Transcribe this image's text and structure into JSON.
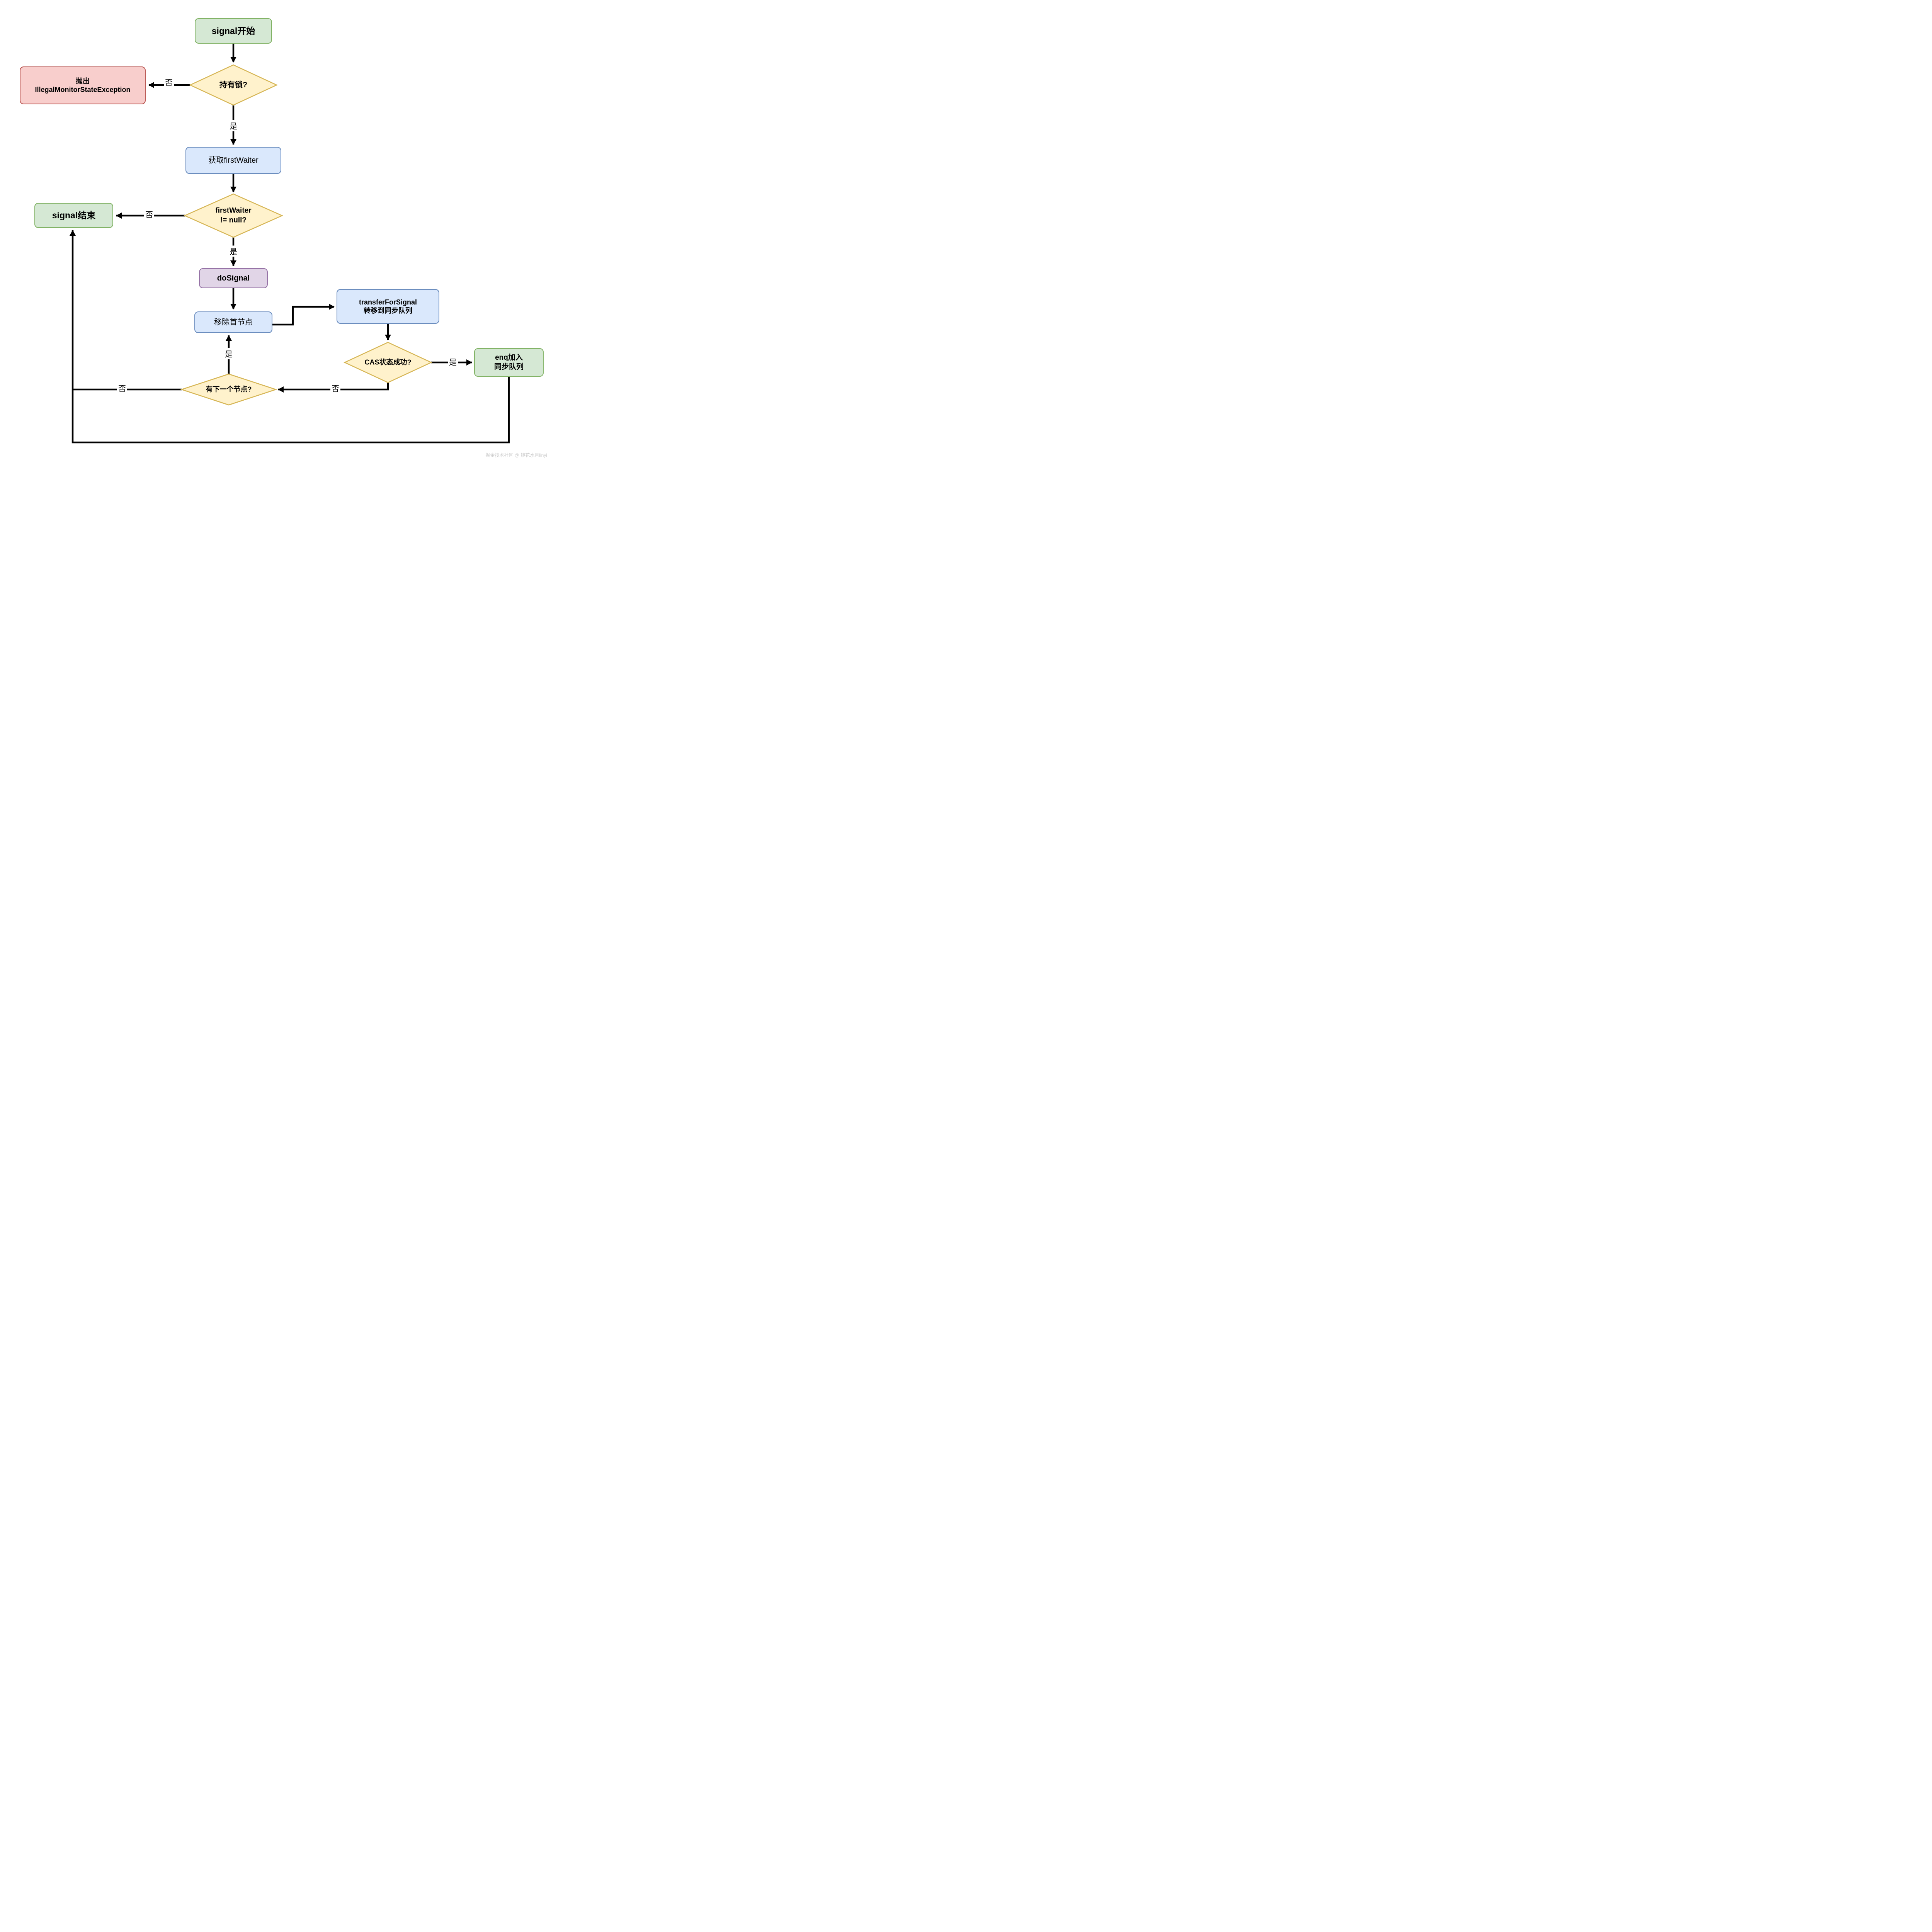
{
  "diagram": {
    "nodes": {
      "start": {
        "label": "signal开始",
        "shape": "rounded-rect",
        "color": "green"
      },
      "hold_lock": {
        "label": "持有锁?",
        "shape": "diamond",
        "color": "yellow"
      },
      "throw_exc": {
        "label": "抛出\nIllegalMonitorStateException",
        "shape": "rounded-rect",
        "color": "red"
      },
      "get_first_waiter": {
        "label": "获取firstWaiter",
        "shape": "rounded-rect",
        "color": "blue"
      },
      "first_waiter_not_null": {
        "label": "firstWaiter\n!= null?",
        "shape": "diamond",
        "color": "yellow"
      },
      "signal_end": {
        "label": "signal结束",
        "shape": "rounded-rect",
        "color": "green"
      },
      "do_signal": {
        "label": "doSignal",
        "shape": "rounded-rect",
        "color": "purple"
      },
      "remove_head": {
        "label": "移除首节点",
        "shape": "rounded-rect",
        "color": "blue"
      },
      "transfer_for_signal": {
        "label": "transferForSignal\n转移到同步队列",
        "shape": "rounded-rect",
        "color": "blue"
      },
      "cas_success": {
        "label": "CAS状态成功?",
        "shape": "diamond",
        "color": "yellow"
      },
      "enq_join": {
        "label": "enq加入\n同步队列",
        "shape": "rounded-rect",
        "color": "green"
      },
      "has_next_node": {
        "label": "有下一个节点?",
        "shape": "diamond",
        "color": "yellow"
      }
    },
    "edge_labels": {
      "no1": "否",
      "yes1": "是",
      "no2": "否",
      "yes2": "是",
      "yes3": "是",
      "no3": "否",
      "yes4": "是",
      "no4": "否"
    },
    "colors": {
      "green_fill": "#d5e8d4",
      "green_border": "#82b366",
      "yellow_fill": "#fff2cc",
      "yellow_border": "#d6b656",
      "red_fill": "#f8cecc",
      "red_border": "#b85450",
      "blue_fill": "#dae8fc",
      "blue_border": "#6c8ebf",
      "purple_fill": "#e1d5e7",
      "purple_border": "#9673a6",
      "line": "#000000",
      "watermark": "#cccccc"
    },
    "watermark": "掘金技术社区 @ 镜花水月linyi"
  }
}
